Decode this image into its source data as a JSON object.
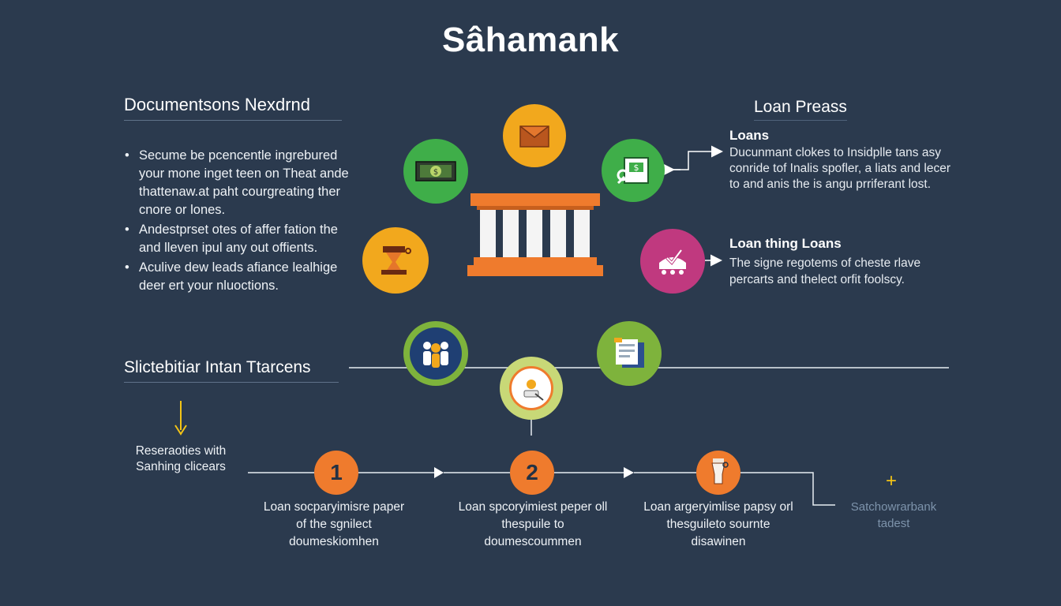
{
  "brand": {
    "title": "Sâhamank"
  },
  "left": {
    "heading": "Documentsons Nexdrnd",
    "bullets": [
      "Secume be pcencentle ingrebured your mone inget teen on Theat ande thattenaw.at paht courgreating ther cnore or lones.",
      "Andestprset otes of affer fation the and lleven ipul any out offients.",
      "Aculive dew leads afiance lealhige deer ert your nluoctions."
    ]
  },
  "right": {
    "heading": "Loan Preass",
    "item1": {
      "title": "Loans",
      "text": "Ducunmant clokes to Insidplle tans asy conride tof Inalis spofler, a liats and lecer to and anis the is angu prriferant lost."
    },
    "item2": {
      "title": "Loan thing Loans",
      "text": "The signe regotems of cheste rlave percarts and thelect orfit foolscy."
    }
  },
  "middle": {
    "heading": "Slictebitiar Intan Ttarcens",
    "start_note": "Reseraoties with Sanhing clicears"
  },
  "steps": [
    {
      "number": "1",
      "text": "Loan socparyimisre paper of the sgnilect doumeskiomhen"
    },
    {
      "number": "2",
      "text": "Loan spcoryimiest peper oll thespuile to doumescoummen"
    },
    {
      "number": "",
      "text": "Loan argeryimlise papsy orl thesguileto sournte disawinen"
    }
  ],
  "end_note": {
    "text": "Satchowrarbank tadest",
    "plus": "+"
  },
  "icons": [
    "envelope-icon",
    "money-bill-icon",
    "document-key-icon",
    "bank-building-icon",
    "hourglass-icon",
    "checklist-icon",
    "team-icon",
    "idea-badge-icon",
    "documents-icon",
    "bottle-icon"
  ],
  "colors": {
    "background": "#2b3a4e",
    "orange": "#ef7b2d",
    "yellow": "#f2a81d",
    "green": "#3fae49",
    "olive_green": "#7eb33c",
    "magenta": "#c0397f",
    "light_green": "#c8d877",
    "gold": "#f3c316"
  }
}
